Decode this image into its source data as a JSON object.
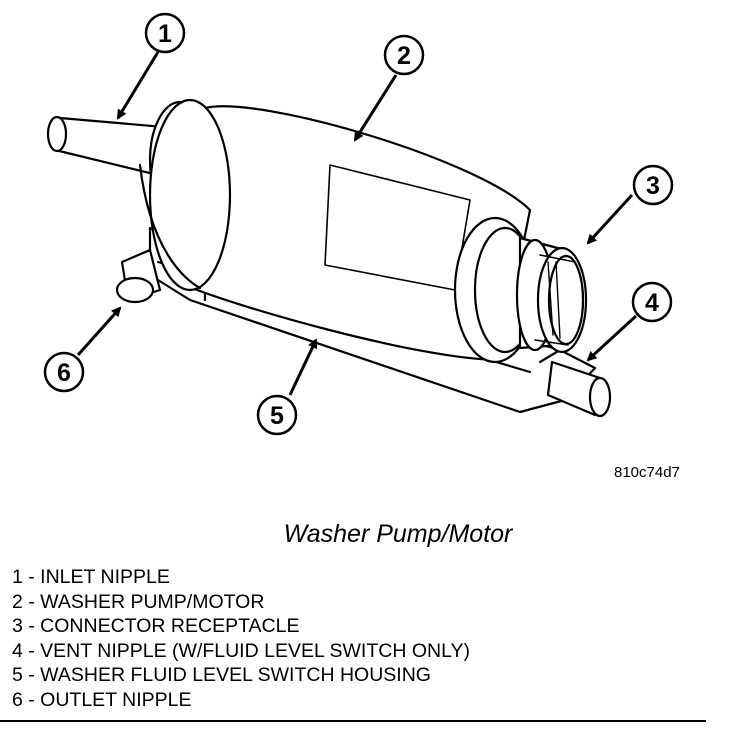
{
  "figure": {
    "code": "810c74d7",
    "caption": "Washer Pump/Motor",
    "callouts": [
      "1",
      "2",
      "3",
      "4",
      "5",
      "6"
    ]
  },
  "legend": [
    "1 - INLET NIPPLE",
    "2 - WASHER PUMP/MOTOR",
    "3 - CONNECTOR RECEPTACLE",
    "4 - VENT NIPPLE (W/FLUID LEVEL SWITCH ONLY)",
    "5 - WASHER FLUID LEVEL SWITCH HOUSING",
    "6 - OUTLET NIPPLE"
  ]
}
